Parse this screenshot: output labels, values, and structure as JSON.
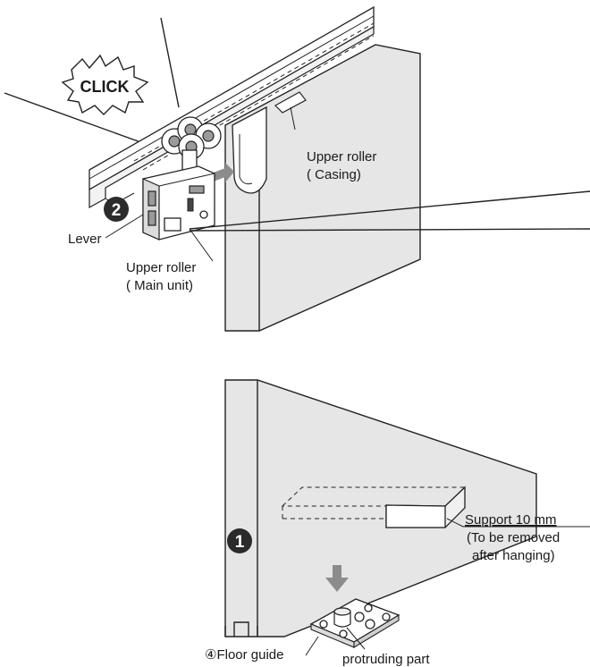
{
  "labels": {
    "click": "CLICK",
    "upper_roller_casing_line1": "Upper roller",
    "upper_roller_casing_line2": "( Casing)",
    "lever": "Lever",
    "upper_roller_main_line1": "Upper roller",
    "upper_roller_main_line2": "( Main unit)",
    "support_line1": "Support 10 mm",
    "support_line2": "(To be removed",
    "support_line3": "after hanging)",
    "floor_guide": "④Floor guide",
    "protruding_part": "protruding part"
  },
  "steps": {
    "step_2": "2",
    "step_1": "1"
  },
  "colors": {
    "panel_fill": "#e6e6e6",
    "arrow_fill": "#8c8c8c",
    "step_badge": "#2b2b2b",
    "line": "#222222"
  }
}
